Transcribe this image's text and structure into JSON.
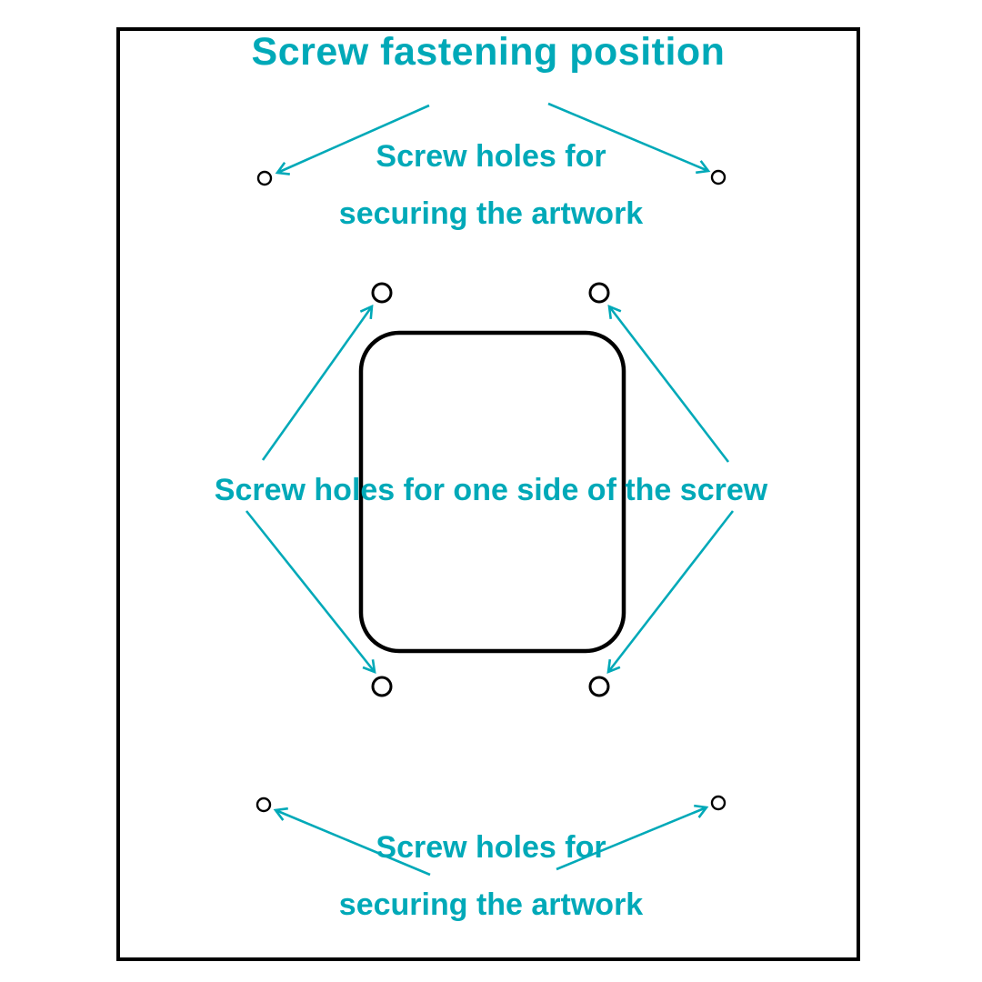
{
  "diagram": {
    "title": "Screw fastening position",
    "top_label": {
      "line1": "Screw holes for",
      "line2": "securing the artwork"
    },
    "middle_label": "Screw holes for one side of the screw",
    "bottom_label": {
      "line1": "Screw holes for",
      "line2": "securing the artwork"
    },
    "colors": {
      "accent": "#00a9b8",
      "outline": "#000000",
      "background": "#ffffff"
    }
  }
}
